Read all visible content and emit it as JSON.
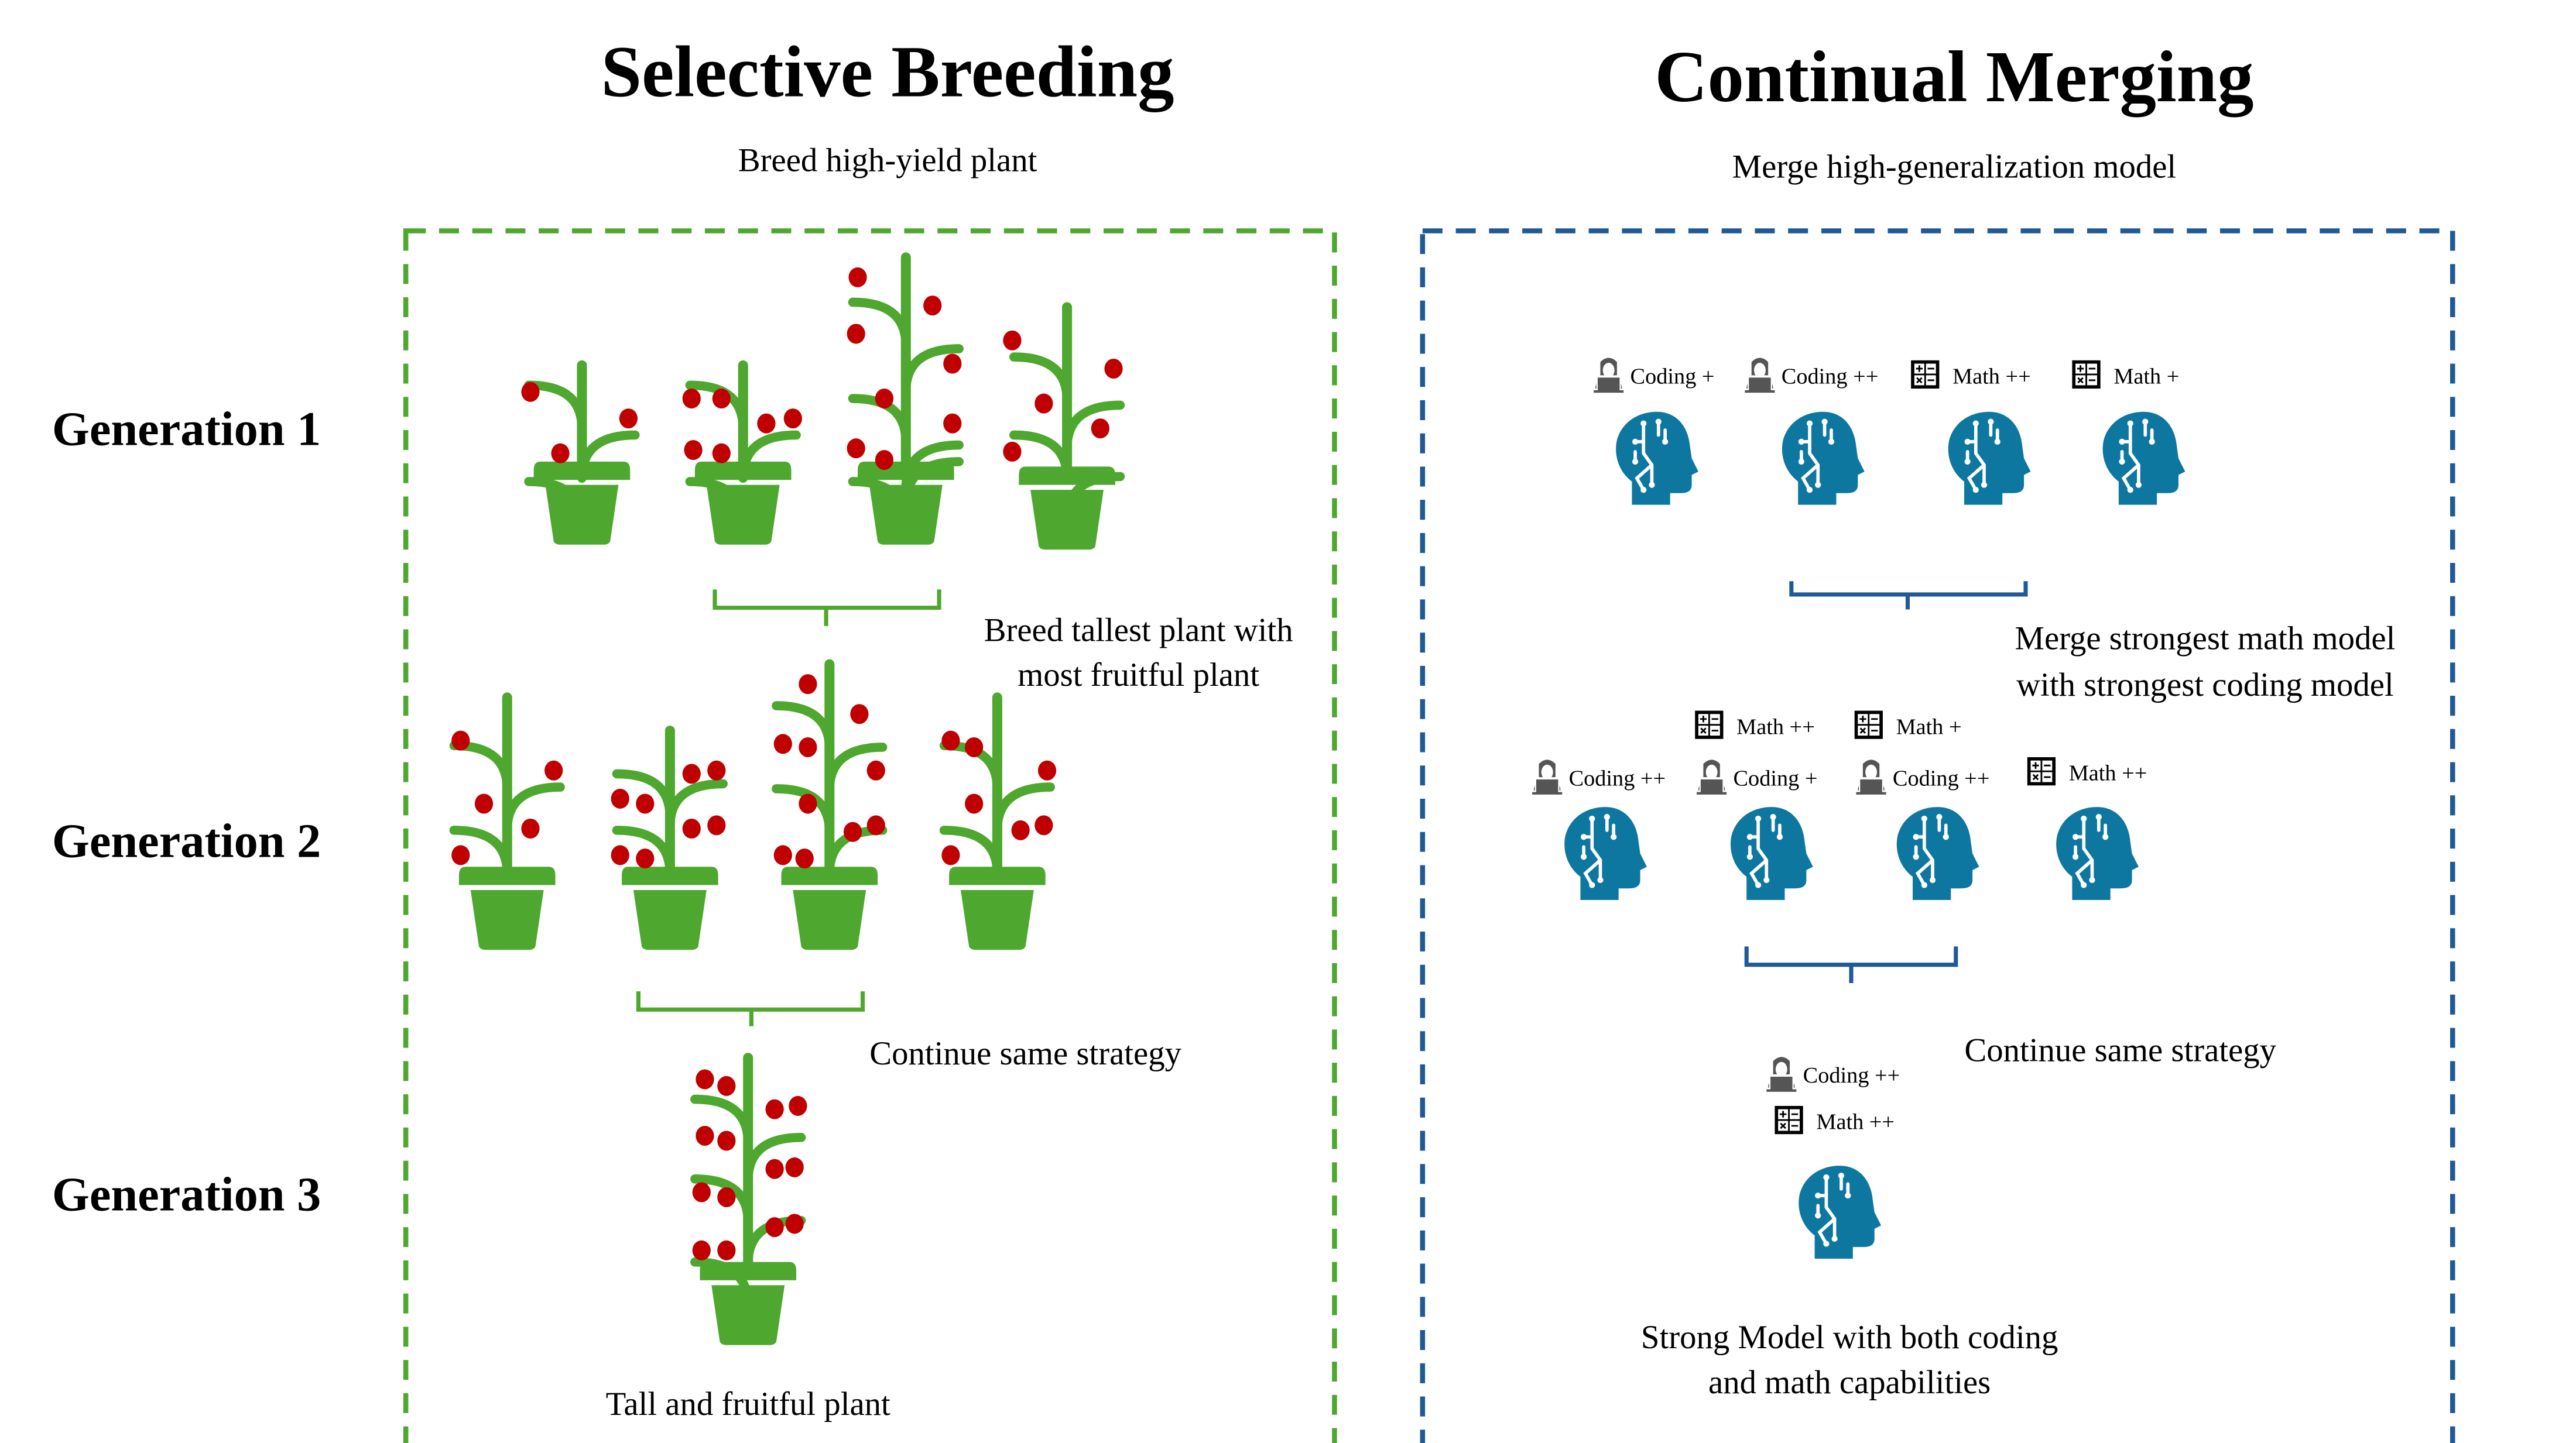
{
  "left_panel": {
    "title": "Selective Breeding",
    "subtitle": "Breed high-yield plant",
    "generations": [
      "Generation 1",
      "Generation 2",
      "Generation 3"
    ],
    "step1_caption": [
      "Breed tallest plant with",
      "most fruitful plant"
    ],
    "step2_caption": "Continue same strategy",
    "result_caption": "Tall and fruitful plant",
    "border_color": "#4ea72e",
    "plant_color": "#4ea72e",
    "fruit_color": "#c00000"
  },
  "right_panel": {
    "title": "Continual Merging",
    "subtitle": "Merge high-generalization model",
    "generation1_models": [
      {
        "tags": [
          {
            "icon": "coder-icon",
            "label": "Coding +"
          }
        ]
      },
      {
        "tags": [
          {
            "icon": "coder-icon",
            "label": "Coding ++"
          }
        ]
      },
      {
        "tags": [
          {
            "icon": "calculator-icon",
            "label": "Math ++"
          }
        ]
      },
      {
        "tags": [
          {
            "icon": "calculator-icon",
            "label": "Math +"
          }
        ]
      }
    ],
    "step1_caption": [
      "Merge strongest math model",
      "with strongest coding model"
    ],
    "generation2_models": [
      {
        "tags": [
          {
            "icon": "coder-icon",
            "label": "Coding ++"
          }
        ]
      },
      {
        "tags": [
          {
            "icon": "calculator-icon",
            "label": "Math ++"
          },
          {
            "icon": "coder-icon",
            "label": "Coding +"
          }
        ]
      },
      {
        "tags": [
          {
            "icon": "calculator-icon",
            "label": "Math +"
          },
          {
            "icon": "coder-icon",
            "label": "Coding ++"
          }
        ]
      },
      {
        "tags": [
          {
            "icon": "calculator-icon",
            "label": "Math ++"
          }
        ]
      }
    ],
    "step2_caption": "Continue same strategy",
    "generation3_model": {
      "tags": [
        {
          "icon": "coder-icon",
          "label": "Coding ++"
        },
        {
          "icon": "calculator-icon",
          "label": "Math ++"
        }
      ]
    },
    "result_caption": [
      "Strong Model with both coding",
      "and math capabilities"
    ],
    "border_color": "#1f5a96",
    "head_color": "#0e77a0"
  }
}
